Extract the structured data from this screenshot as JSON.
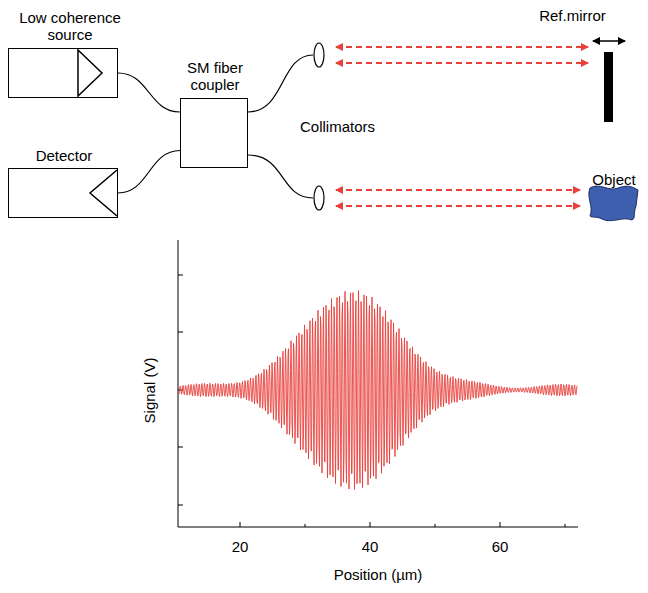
{
  "diagram": {
    "nodes": [
      {
        "text": [
          "Low coherence source"
        ]
      },
      {
        "text": [
          "Detector"
        ]
      },
      {
        "text": [
          "SM fiber coupler"
        ]
      },
      {
        "text": [
          "Ref.mirror"
        ]
      },
      {
        "text": [
          "Object"
        ]
      }
    ],
    "edges": [
      {
        "from": 0,
        "to": 2,
        "arrow": "none"
      },
      {
        "from": 1,
        "to": 2,
        "arrow": "none"
      }
    ],
    "labels": [
      "Collimators",
      "Signal (V)",
      "Position (µm)",
      "20",
      "40",
      "60"
    ]
  }
}
